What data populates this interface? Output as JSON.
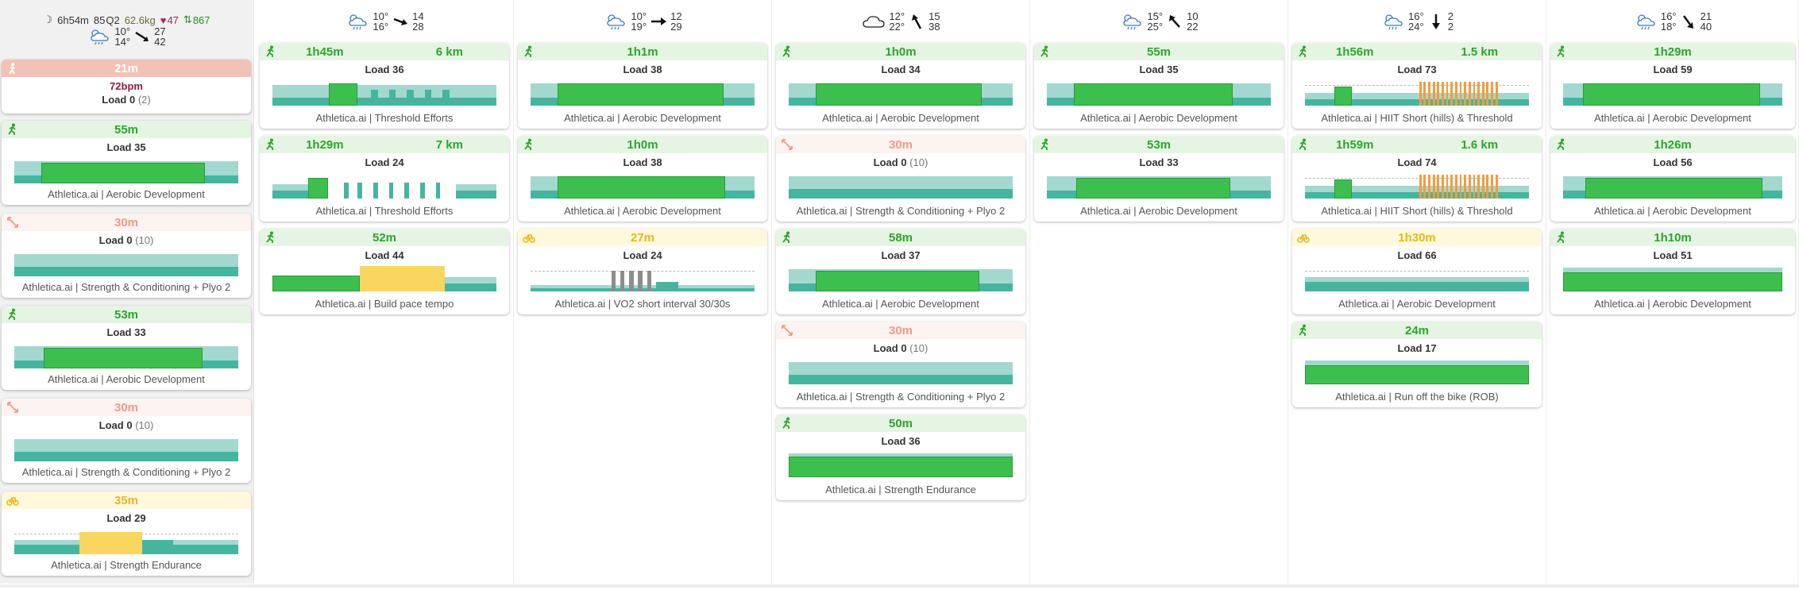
{
  "summary": {
    "sleep": "6h54m",
    "sleep_score": "85",
    "sleep_quality": "Q2",
    "weight": "62.6kg",
    "hrv": "47",
    "steps": "867",
    "weather": {
      "temp_hi": "10°",
      "temp_lo": "14°",
      "wind": "27",
      "gust": "42"
    }
  },
  "days": [
    {
      "temp_a": "10°",
      "temp_b": "16°",
      "wind": "14",
      "gust": "28",
      "icon": "sun-cloud-rain-icon"
    },
    {
      "temp_a": "10°",
      "temp_b": "19°",
      "wind": "12",
      "gust": "29",
      "icon": "sun-cloud-rain-icon"
    },
    {
      "temp_a": "12°",
      "temp_b": "22°",
      "wind": "15",
      "gust": "38",
      "icon": "cloud-icon"
    },
    {
      "temp_a": "15°",
      "temp_b": "25°",
      "wind": "10",
      "gust": "22",
      "icon": "sun-cloud-rain-icon"
    },
    {
      "temp_a": "16°",
      "temp_b": "24°",
      "wind": "2",
      "gust": "2",
      "icon": "sun-cloud-rain-icon"
    },
    {
      "temp_a": "16°",
      "temp_b": "18°",
      "wind": "21",
      "gust": "40",
      "icon": "sun-cloud-rain-icon"
    }
  ],
  "left_cards": [
    {
      "duration": "21m",
      "bpm": "72bpm",
      "load": "Load 0",
      "load_extra": "(2)"
    },
    {
      "duration": "55m",
      "load": "Load 35",
      "name": "Athletica.ai | Aerobic Development"
    },
    {
      "duration": "30m",
      "load": "Load 0",
      "load_extra": "(10)",
      "name": "Athletica.ai | Strength & Conditioning + Plyo 2"
    },
    {
      "duration": "53m",
      "load": "Load 33",
      "name": "Athletica.ai | Aerobic Development"
    },
    {
      "duration": "30m",
      "load": "Load 0",
      "load_extra": "(10)",
      "name": "Athletica.ai | Strength & Conditioning + Plyo 2"
    },
    {
      "duration": "35m",
      "load": "Load 29",
      "name": "Athletica.ai | Strength Endurance"
    }
  ],
  "day1": [
    {
      "duration": "1h45m",
      "distance": "6 km",
      "load": "Load 36",
      "name": "Athletica.ai | Threshold Efforts"
    },
    {
      "duration": "1h29m",
      "distance": "7 km",
      "load": "Load 24",
      "name": "Athletica.ai | Threshold Efforts"
    },
    {
      "duration": "52m",
      "load": "Load 44",
      "name": "Athletica.ai | Build pace tempo"
    }
  ],
  "day2": [
    {
      "duration": "1h1m",
      "load": "Load 38",
      "name": "Athletica.ai | Aerobic Development"
    },
    {
      "duration": "1h0m",
      "load": "Load 38",
      "name": "Athletica.ai | Aerobic Development"
    },
    {
      "duration": "27m",
      "load": "Load 24",
      "name": "Athletica.ai | VO2 short interval 30/30s"
    }
  ],
  "day3": [
    {
      "duration": "1h0m",
      "load": "Load 34",
      "name": "Athletica.ai | Aerobic Development"
    },
    {
      "duration": "30m",
      "load": "Load 0",
      "load_extra": "(10)",
      "name": "Athletica.ai | Strength & Conditioning + Plyo 2"
    },
    {
      "duration": "58m",
      "load": "Load 37",
      "name": "Athletica.ai | Aerobic Development"
    },
    {
      "duration": "30m",
      "load": "Load 0",
      "load_extra": "(10)",
      "name": "Athletica.ai | Strength & Conditioning + Plyo 2"
    },
    {
      "duration": "50m",
      "load": "Load 36",
      "name": "Athletica.ai | Strength Endurance"
    }
  ],
  "day4": [
    {
      "duration": "55m",
      "load": "Load 35",
      "name": "Athletica.ai | Aerobic Development"
    },
    {
      "duration": "53m",
      "load": "Load 33",
      "name": "Athletica.ai | Aerobic Development"
    }
  ],
  "day5": [
    {
      "duration": "1h56m",
      "distance": "1.5 km",
      "load": "Load 73",
      "name": "Athletica.ai | HIIT Short (hills) & Threshold"
    },
    {
      "duration": "1h59m",
      "distance": "1.6 km",
      "load": "Load 74",
      "name": "Athletica.ai | HIIT Short (hills) & Threshold"
    },
    {
      "duration": "1h30m",
      "load": "Load 66",
      "name": "Athletica.ai | Aerobic Development"
    },
    {
      "duration": "24m",
      "load": "Load 17",
      "name": "Athletica.ai | Run off the bike (ROB)"
    }
  ],
  "day6": [
    {
      "duration": "1h29m",
      "load": "Load 59",
      "name": "Athletica.ai | Aerobic Development"
    },
    {
      "duration": "1h26m",
      "load": "Load 56",
      "name": "Athletica.ai | Aerobic Development"
    },
    {
      "duration": "1h10m",
      "load": "Load 51",
      "name": "Athletica.ai | Aerobic Development"
    }
  ],
  "colors": {
    "run": "#2da52d",
    "bike": "#e7b81d",
    "strength": "#ef9a88",
    "hr": "#8e1c46"
  }
}
